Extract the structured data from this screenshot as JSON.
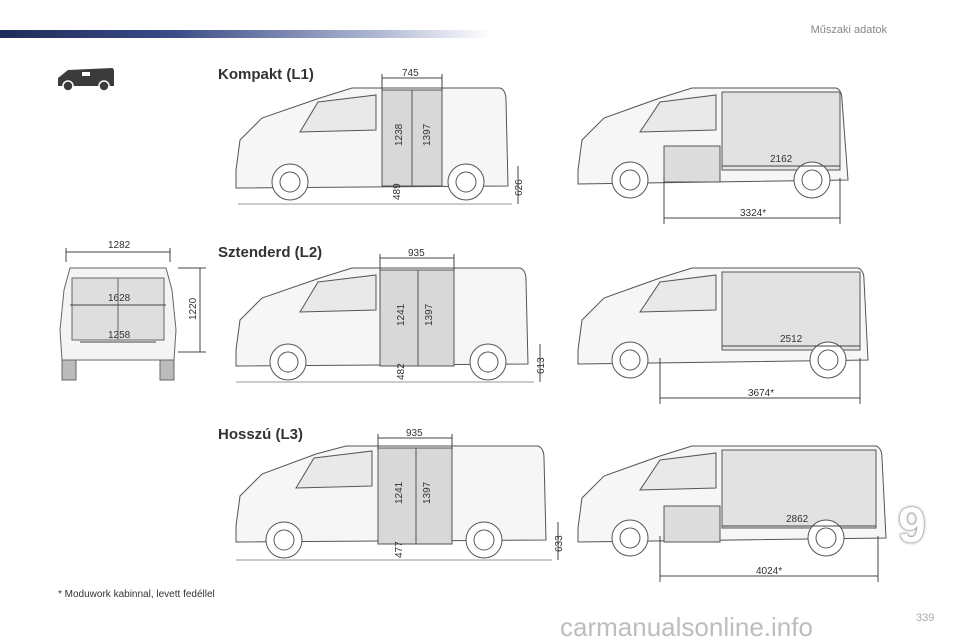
{
  "header": {
    "section_title": "Műszaki adatok"
  },
  "headings": {
    "l1": "Kompakt (L1)",
    "l2": "Sztenderd (L2)",
    "l3": "Hosszú (L3)"
  },
  "dimensions": {
    "l1": {
      "door_width": "745",
      "door_height": "1238",
      "total_height": "1397",
      "step_height": "489",
      "floor_height": "626",
      "load_length": "2162",
      "total_length": "3324*"
    },
    "l2": {
      "door_width": "935",
      "door_height": "1241",
      "total_height": "1397",
      "step_height": "482",
      "floor_height": "613",
      "load_length": "2512",
      "total_length": "3674*"
    },
    "l3": {
      "door_width": "935",
      "door_height": "1241",
      "total_height": "1397",
      "step_height": "477",
      "floor_height": "633",
      "load_length": "2862",
      "total_length": "4024*"
    },
    "rear": {
      "top_width": "1282",
      "wheelarch_width": "1628",
      "bottom_width": "1258",
      "height": "1220"
    }
  },
  "footnote": "* Moduwork kabinnal, levett fedéllel",
  "page_number": "339",
  "chapter_number": "9",
  "watermark": "carmanualsonline.info"
}
